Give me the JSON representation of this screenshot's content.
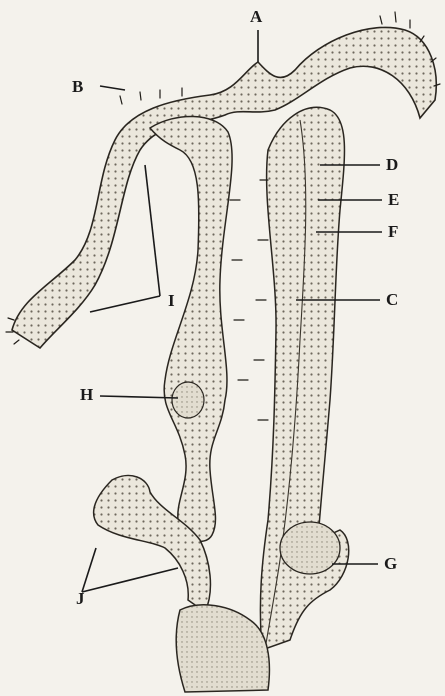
{
  "figure": {
    "labels": {
      "a": "A",
      "b": "B",
      "c": "C",
      "d": "D",
      "e": "E",
      "f": "F",
      "g": "G",
      "h": "H",
      "i": "I",
      "j": "J"
    },
    "colors": {
      "paper": "#f4f2ec",
      "ink": "#1a1a1a",
      "tissue": "#d9d4c6"
    }
  }
}
